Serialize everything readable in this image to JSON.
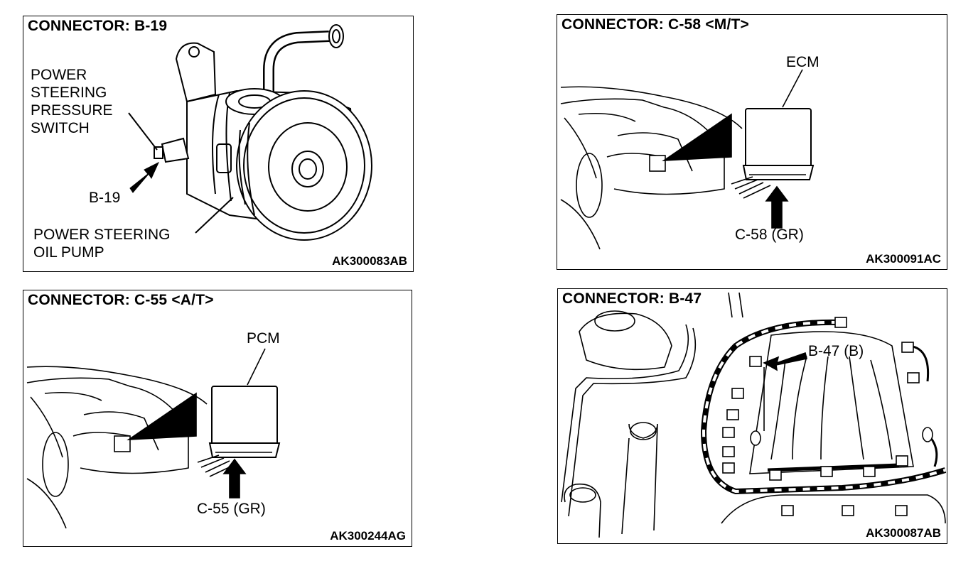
{
  "panels": [
    {
      "title": "CONNECTOR: B-19",
      "code": "AK300083AB",
      "labels": {
        "switch": [
          "POWER",
          "STEERING",
          "PRESSURE",
          "SWITCH"
        ],
        "connector": "B-19",
        "pump": [
          "POWER STEERING",
          "OIL PUMP"
        ]
      }
    },
    {
      "title": "CONNECTOR: C-58 <M/T>",
      "code": "AK300091AC",
      "labels": {
        "module": "ECM",
        "connector": "C-58 (GR)"
      }
    },
    {
      "title": "CONNECTOR: C-55 <A/T>",
      "code": "AK300244AG",
      "labels": {
        "module": "PCM",
        "connector": "C-55 (GR)"
      }
    },
    {
      "title": "CONNECTOR: B-47",
      "code": "AK300087AB",
      "labels": {
        "connector": "B-47 (B)"
      }
    }
  ]
}
